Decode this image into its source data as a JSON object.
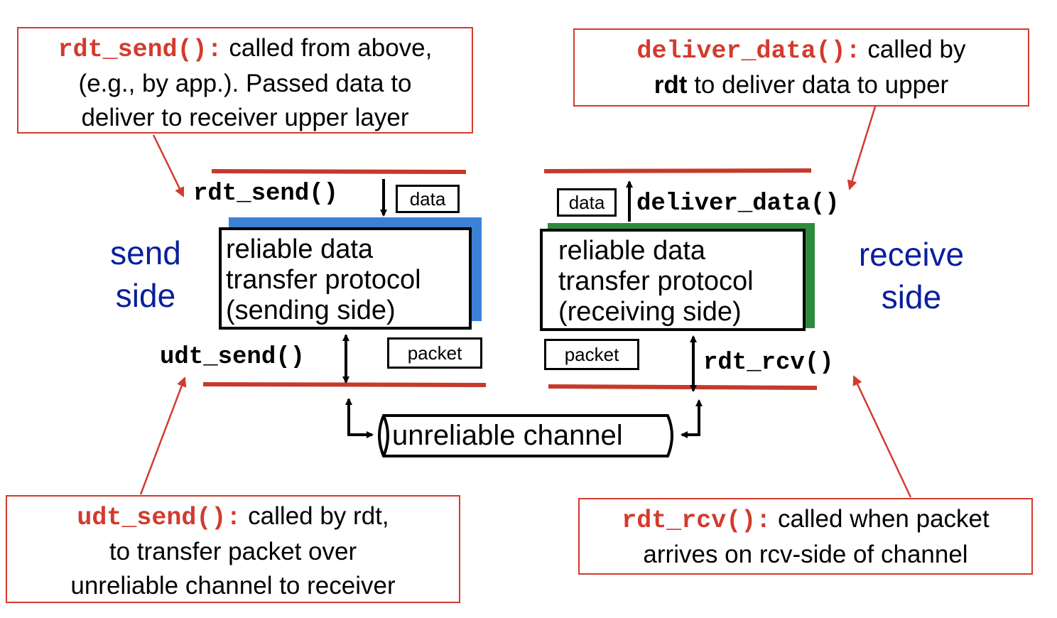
{
  "callouts": {
    "rdt_send": {
      "fn": "rdt_send():",
      "line1": "called from above,",
      "line2": "(e.g., by app.). Passed data to",
      "line3": "deliver to receiver upper layer"
    },
    "deliver_data": {
      "fn": "deliver_data():",
      "line1": "called by",
      "bold": "rdt",
      "line2": "to deliver data to upper"
    },
    "udt_send": {
      "fn": "udt_send():",
      "line1": "called by rdt,",
      "line2": "to transfer packet over",
      "line3": "unreliable channel to receiver"
    },
    "rdt_rcv": {
      "fn": "rdt_rcv():",
      "line1": "called when packet",
      "line2": "arrives on rcv-side of channel"
    }
  },
  "labels": {
    "rdt_send": "rdt_send()",
    "deliver_data": "deliver_data()",
    "udt_send": "udt_send()",
    "rdt_rcv": "rdt_rcv()",
    "data": "data",
    "packet": "packet",
    "channel": "unreliable channel"
  },
  "send_side": {
    "line1": "send",
    "line2": "side"
  },
  "receive_side": {
    "line1": "receive",
    "line2": "side"
  },
  "sender_protocol": {
    "line1": "reliable data",
    "line2": "transfer protocol",
    "line3": "(sending side)"
  },
  "receiver_protocol": {
    "line1": "reliable data",
    "line2": "transfer protocol",
    "line3": "(receiving side)"
  },
  "colors": {
    "accent_red": "#d23b2e",
    "side_blue": "#0a1f9c",
    "sender_shadow": "#3b82d6",
    "receiver_shadow": "#2e8b3e"
  }
}
